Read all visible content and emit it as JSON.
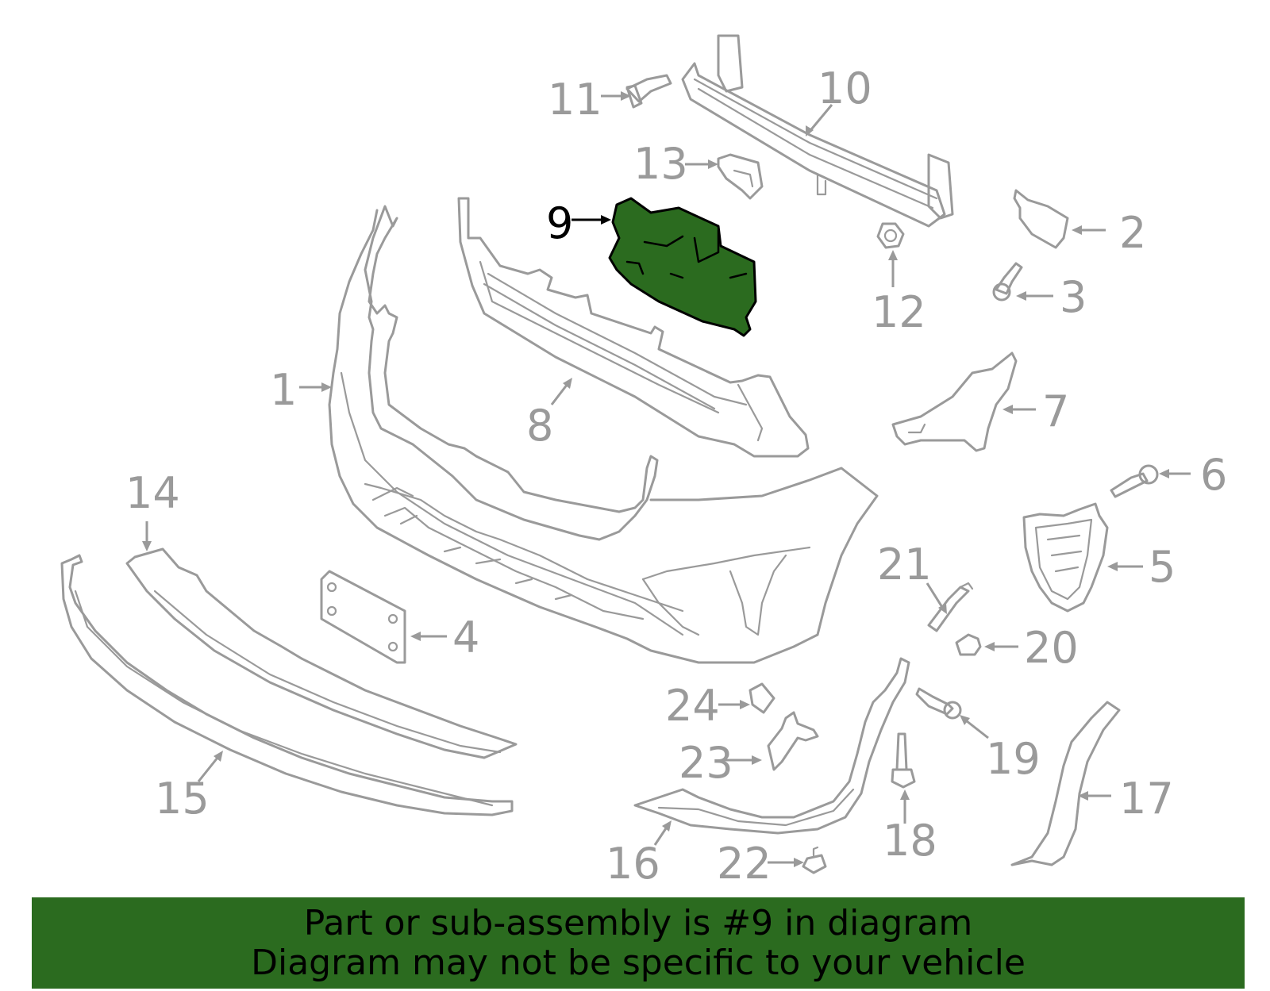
{
  "callouts": [
    {
      "id": "1",
      "label": "1"
    },
    {
      "id": "2",
      "label": "2"
    },
    {
      "id": "3",
      "label": "3"
    },
    {
      "id": "4",
      "label": "4"
    },
    {
      "id": "5",
      "label": "5"
    },
    {
      "id": "6",
      "label": "6"
    },
    {
      "id": "7",
      "label": "7"
    },
    {
      "id": "8",
      "label": "8"
    },
    {
      "id": "9",
      "label": "9"
    },
    {
      "id": "10",
      "label": "10"
    },
    {
      "id": "11",
      "label": "11"
    },
    {
      "id": "12",
      "label": "12"
    },
    {
      "id": "13",
      "label": "13"
    },
    {
      "id": "14",
      "label": "14"
    },
    {
      "id": "15",
      "label": "15"
    },
    {
      "id": "16",
      "label": "16"
    },
    {
      "id": "17",
      "label": "17"
    },
    {
      "id": "18",
      "label": "18"
    },
    {
      "id": "19",
      "label": "19"
    },
    {
      "id": "20",
      "label": "20"
    },
    {
      "id": "21",
      "label": "21"
    },
    {
      "id": "22",
      "label": "22"
    },
    {
      "id": "23",
      "label": "23"
    },
    {
      "id": "24",
      "label": "24"
    }
  ],
  "highlighted_part": "9",
  "banner": {
    "line1": "Part or sub-assembly is #9 in diagram",
    "line2": "Diagram may not be specific to your vehicle"
  },
  "colors": {
    "highlight": "#2b6b1f",
    "banner": "#2b6b1f",
    "part_lines": "#9a9a9a"
  }
}
